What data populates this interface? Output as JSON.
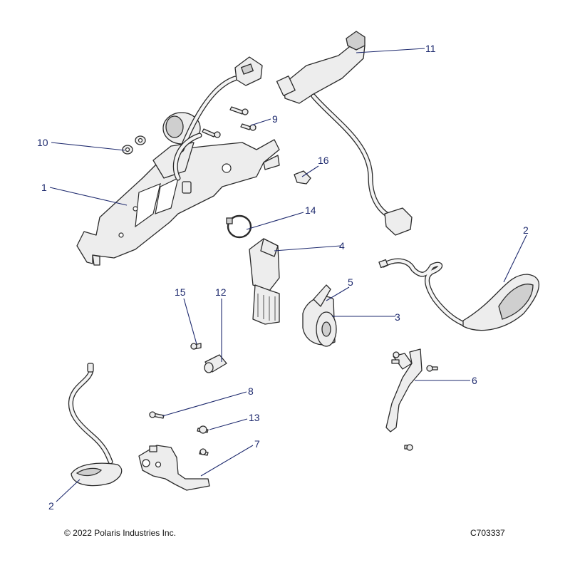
{
  "callouts": {
    "c1": "1",
    "c2a": "2",
    "c2b": "2",
    "c3": "3",
    "c4": "4",
    "c5": "5",
    "c6": "6",
    "c7": "7",
    "c8": "8",
    "c9": "9",
    "c10": "10",
    "c11": "11",
    "c12": "12",
    "c13": "13",
    "c14": "14",
    "c15": "15",
    "c16": "16"
  },
  "footer": {
    "copyright": "© 2022 Polaris Industries Inc.",
    "drawing_number": "C703337"
  },
  "colors": {
    "callout": "#1e2a6e",
    "line_art": "#2a2a2a",
    "part_fill": "#ededed"
  }
}
